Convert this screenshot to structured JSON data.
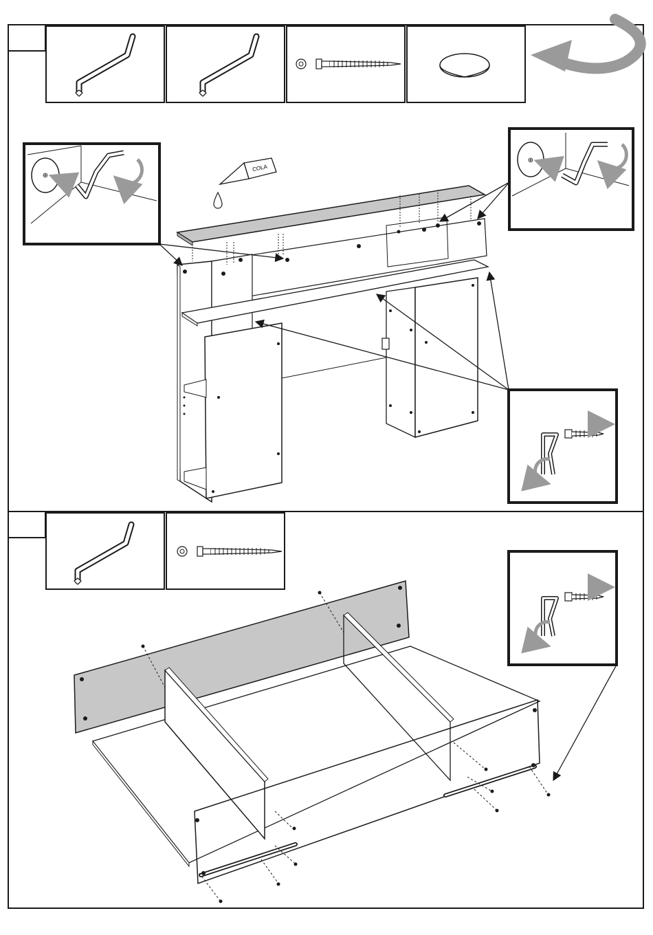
{
  "page": {
    "steps": [
      {
        "id": "step-top",
        "number": "",
        "parts": [
          "allen-key",
          "allen-key",
          "screw-with-washer",
          "round-cap"
        ]
      },
      {
        "id": "step-bottom",
        "number": "",
        "parts": [
          "allen-key",
          "screw-with-washer"
        ]
      }
    ]
  },
  "labels": {
    "glue_bottle": "COLA"
  },
  "colors": {
    "line": "#1a1a1a",
    "panel_gray": "#bdbdbd",
    "arrow_gray": "#9a9a9a",
    "background": "#ffffff"
  },
  "icons": {
    "rotate_arrow": "curved-arrow-icon",
    "allen_key": "allen-key-icon",
    "screw": "screw-icon",
    "cap": "round-cap-icon",
    "glue": "glue-bottle-icon",
    "drop": "glue-drop-icon"
  }
}
